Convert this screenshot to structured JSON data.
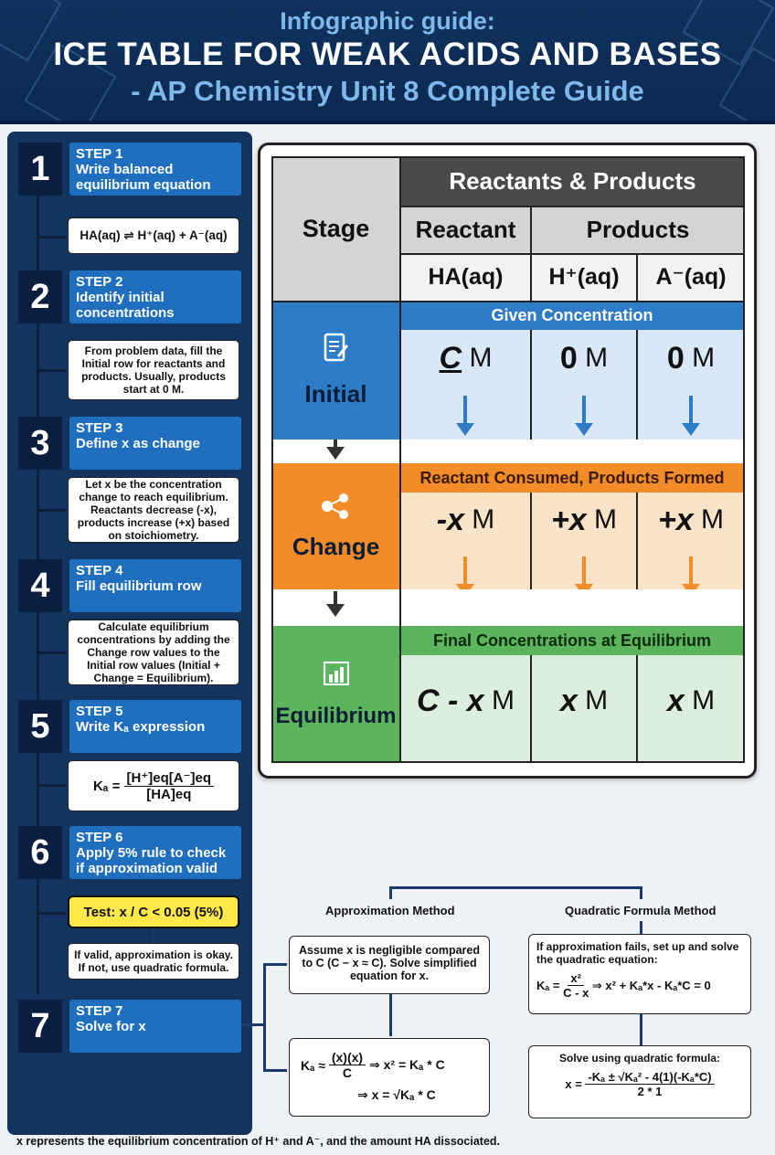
{
  "header": {
    "subtitle": "Infographic guide:",
    "title": "ICE TABLE FOR WEAK ACIDS AND BASES",
    "title_line2": "- AP Chemistry Unit 8 Complete Guide"
  },
  "steps": [
    {
      "number": "1",
      "label": "STEP 1",
      "desc": [
        "Write balanced",
        "equilibrium equation"
      ],
      "note": "HA(aq) ⇌ H⁺(aq) + A⁻(aq)"
    },
    {
      "number": "2",
      "label": "STEP 2",
      "desc": [
        "Identify initial",
        "concentrations"
      ],
      "note": "From problem data, fill the Initial row for reactants and products. Usually, products start at 0 M."
    },
    {
      "number": "3",
      "label": "STEP 3",
      "desc": [
        "Define x as change"
      ],
      "note": "Let x be the concentration change to reach equilibrium. Reactants decrease (-x), products increase (+x) based on stoichiometry."
    },
    {
      "number": "4",
      "label": "STEP 4",
      "desc": [
        "Fill equilibrium row"
      ],
      "note": "Calculate equilibrium concentrations by adding the Change row values to the Initial row values (Initial + Change = Equilibrium)."
    },
    {
      "number": "5",
      "label": "STEP 5",
      "desc": [
        "Write Kₐ expression"
      ],
      "note_ka": "Kₐ =",
      "note_num": "[H⁺]eq[A⁻]eq",
      "note_den": "[HA]eq"
    },
    {
      "number": "6",
      "label": "STEP 6",
      "desc": [
        "Apply 5% rule to check",
        "if approximation valid"
      ],
      "test": "Test: x / C < 0.05 (5%)",
      "note": "If valid, approximation is okay. If not, use quadratic formula."
    },
    {
      "number": "7",
      "label": "STEP 7",
      "desc": [
        "Solve for x"
      ]
    }
  ],
  "ice_table": {
    "header_group": "Reactants & Products",
    "stage_label": "Stage",
    "reactant_label": "Reactant",
    "products_label": "Products",
    "species": [
      "HA(aq)",
      "H⁺(aq)",
      "A⁻(aq)"
    ],
    "rows": [
      {
        "name": "Initial",
        "banner": "Given Concentration",
        "values": [
          {
            "sym": "C",
            "unit": "M"
          },
          {
            "sym": "0",
            "unit": "M"
          },
          {
            "sym": "0",
            "unit": "M"
          }
        ],
        "icon": "document-pen-icon"
      },
      {
        "name": "Change",
        "banner": "Reactant Consumed, Products Formed",
        "values": [
          {
            "sym": "-x",
            "unit": "M"
          },
          {
            "sym": "+x",
            "unit": "M"
          },
          {
            "sym": "+x",
            "unit": "M"
          }
        ],
        "icon": "molecule-icon"
      },
      {
        "name": "Equilibrium",
        "banner": "Final Concentrations at Equilibrium",
        "values": [
          {
            "sym": "C - x",
            "unit": "M"
          },
          {
            "sym": "x",
            "unit": "M"
          },
          {
            "sym": "x",
            "unit": "M"
          }
        ],
        "icon": "bar-chart-icon"
      }
    ]
  },
  "methods": {
    "approx": {
      "title": "Approximation Method",
      "desc": "Assume x is negligible compared to C (C − x ≈ C). Solve simplified equation for x.",
      "eq_lhs": "Kₐ ≈",
      "eq_num": "(x)(x)",
      "eq_den": "C",
      "eq_rhs": "⇒ x² = Kₐ * C",
      "eq_line2": "⇒ x = √Kₐ * C"
    },
    "quadratic": {
      "title": "Quadratic Formula Method",
      "desc": "If approximation fails, set up and solve the quadratic equation:",
      "eq_lhs": "Kₐ =",
      "eq_num": "x²",
      "eq_den": "C - x",
      "eq_rhs": "⇒ x² + Kₐ*x - Kₐ*C = 0",
      "solve_label": "Solve using quadratic formula:",
      "sol_lhs": "x =",
      "sol_num": "-Kₐ ± √Kₐ² - 4(1)(-Kₐ*C)",
      "sol_den": "2 * 1"
    }
  },
  "footnote": "x represents the equilibrium concentration of H⁺ and A⁻, and the amount HA dissociated.",
  "colors": {
    "navy": "#12345f",
    "step_blue": "#1f6fbe",
    "initial_blue": "#2e7cc8",
    "change_orange": "#f28c28",
    "equilibrium_green": "#5cb45c",
    "test_yellow": "#ffe94a"
  }
}
